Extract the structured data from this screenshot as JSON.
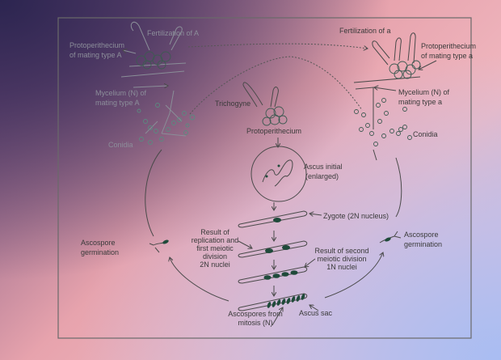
{
  "labels": {
    "fert_A": "Fertilization of A",
    "proto_A_1": "Protoperithecium",
    "proto_A_2": "of mating type A",
    "myc_A_1": "Mycelium (N) of",
    "myc_A_2": "mating type A",
    "conidia_left": "Conidia",
    "trichogyne": "Trichogyne",
    "proto_center": "Protoperithecium",
    "fert_a": "Fertilization of a",
    "proto_a_1": "Protoperithecium",
    "proto_a_2": "of mating type a",
    "myc_a_1": "Mycelium (N) of",
    "myc_a_2": "mating type a",
    "conidia_right": "Conidia",
    "ascus_initial_1": "Ascus initial",
    "ascus_initial_2": "(enlarged)",
    "zygote": "Zygote (2N nucleus)",
    "first_div_1": "Result of",
    "first_div_2": "replication and",
    "first_div_3": "first meiotic",
    "first_div_4": "division",
    "first_div_5": "2N nuclei",
    "second_div_1": "Result of second",
    "second_div_2": "meiotic division",
    "second_div_3": "1N nuclei",
    "germ_left_1": "Ascospore",
    "germ_left_2": "germination",
    "germ_right_1": "Ascospore",
    "germ_right_2": "germination",
    "ascospores_1": "Ascospores from",
    "ascospores_2": "mitosis (N)",
    "ascus_sac": "Ascus sac"
  },
  "colors": {
    "nucleus": "#1f4a3a",
    "line": "#4a4a4a"
  }
}
